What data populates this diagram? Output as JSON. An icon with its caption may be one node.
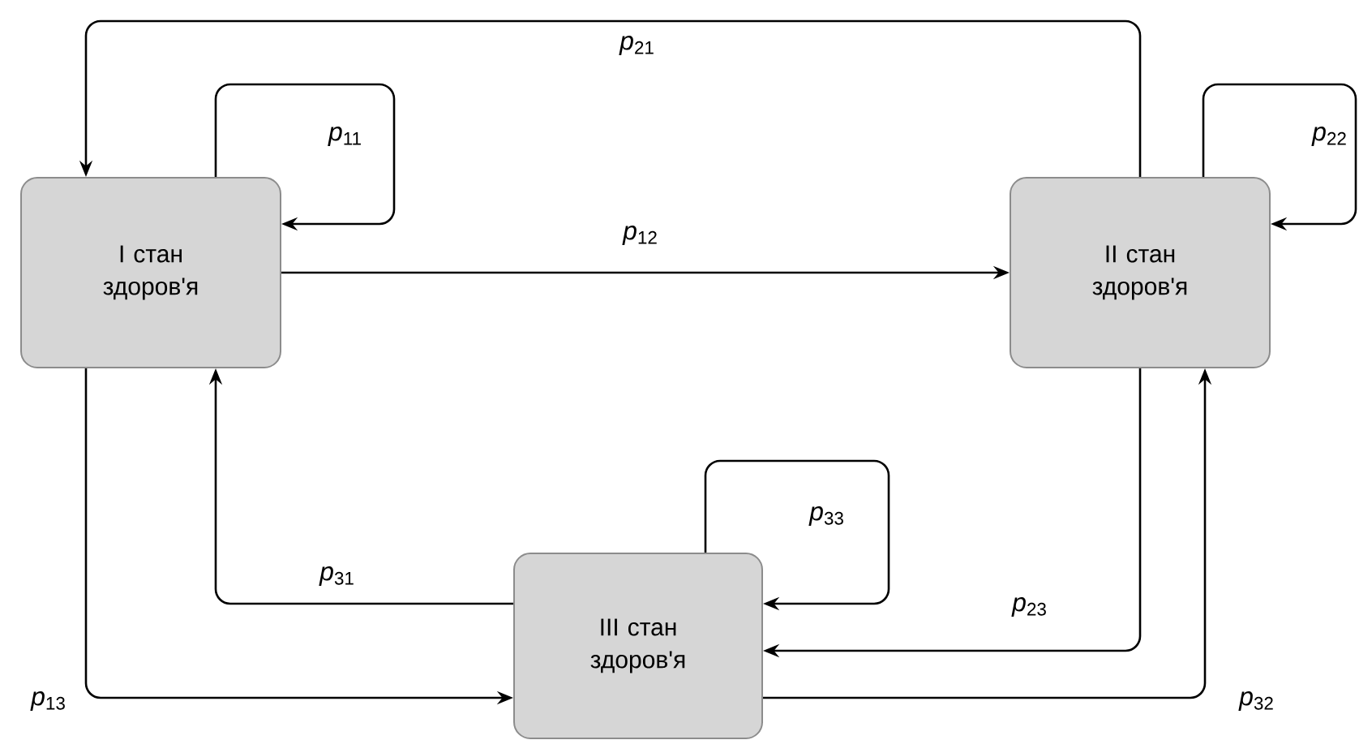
{
  "diagram": {
    "nodes": [
      {
        "text": [
          "І стан здоров'я"
        ]
      },
      {
        "text": [
          "ІІ стан здоров'я"
        ]
      },
      {
        "text": [
          "ІІІ стан здоров'я"
        ]
      }
    ],
    "edges": [
      {
        "from": 0,
        "to": 0,
        "arrow": "to",
        "label": "*p*$_{11}$"
      },
      {
        "from": 0,
        "to": 1,
        "arrow": "to",
        "label": "*p*$_{12}$"
      },
      {
        "from": 1,
        "to": 0,
        "arrow": "to",
        "label": "*p*$_{21}$"
      },
      {
        "from": 1,
        "to": 1,
        "arrow": "to",
        "label": "*p*$_{22}$"
      },
      {
        "from": 0,
        "to": 2,
        "arrow": "to",
        "label": "*p*$_{13}$"
      },
      {
        "from": 2,
        "to": 0,
        "arrow": "to",
        "label": "*p*$_{31}$"
      },
      {
        "from": 1,
        "to": 2,
        "arrow": "to",
        "label": "*p*$_{23}$"
      },
      {
        "from": 2,
        "to": 1,
        "arrow": "to",
        "label": "*p*$_{32}$"
      },
      {
        "from": 2,
        "to": 2,
        "arrow": "to",
        "label": "*p*$_{33}$"
      }
    ]
  }
}
